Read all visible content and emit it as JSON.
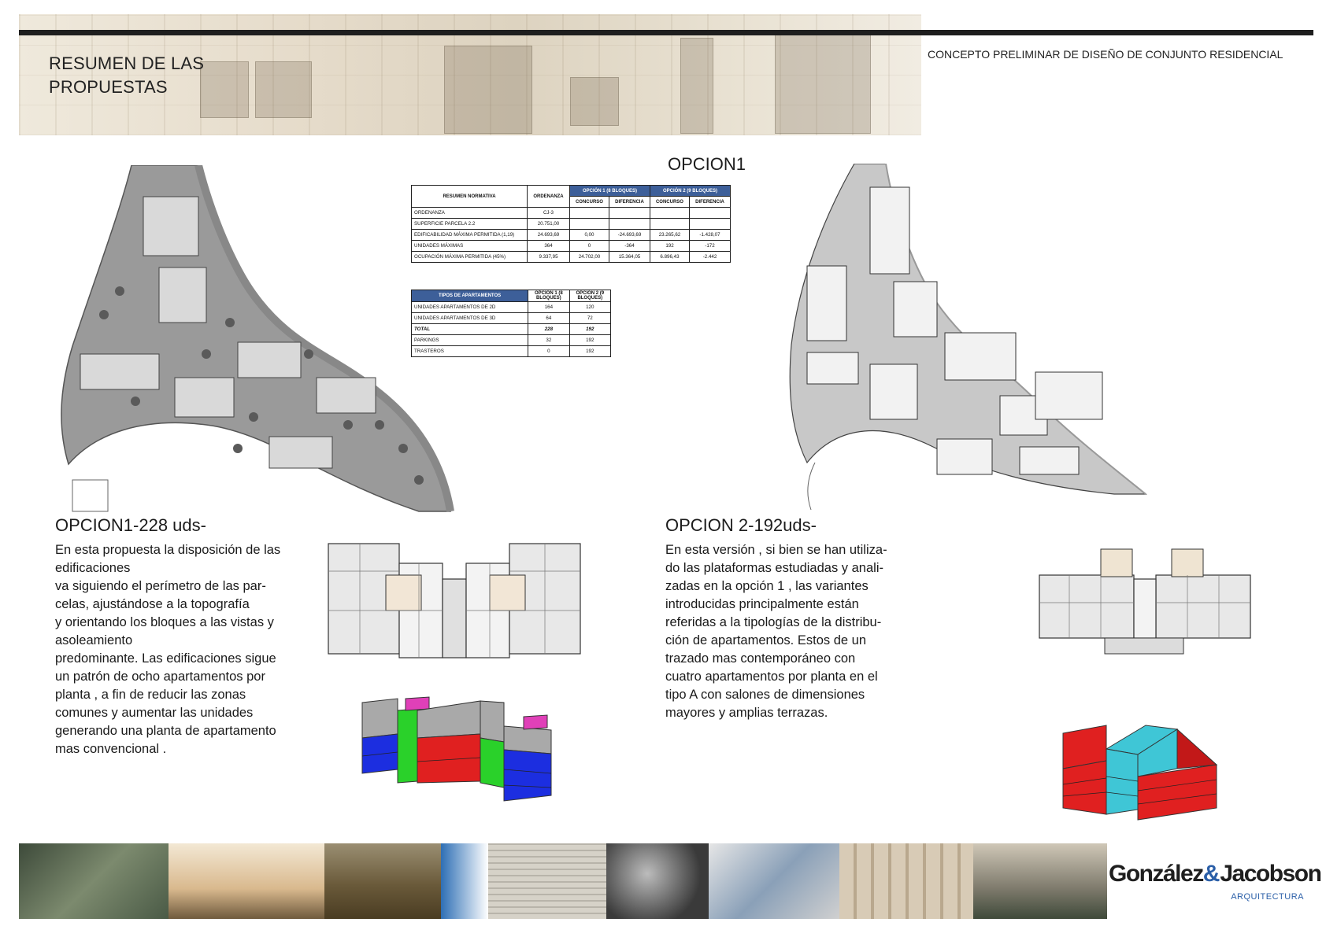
{
  "header": {
    "section_title_line1": "RESUMEN DE LAS",
    "section_title_line2": "PROPUESTAS",
    "project_title": "CONCEPTO PRELIMINAR DE DISEÑO DE CONJUNTO RESIDENCIAL"
  },
  "center_heading": "OPCION1",
  "table_norm": {
    "headers": {
      "col1": "RESUMEN NORMATIVA",
      "col2": "ORDENANZA",
      "op1": "OPCIÓN 1 (8 BLOQUES)",
      "op2": "OPCIÓN 2 (9 BLOQUES)",
      "sub": [
        "CONCURSO",
        "DIFERENCIA",
        "CONCURSO",
        "DIFERENCIA"
      ]
    },
    "rows": [
      [
        "ORDENANZA",
        "CJ-3",
        "",
        "",
        "",
        ""
      ],
      [
        "SUPERFICIE PARCELA 2.2",
        "20.751,00",
        "",
        "",
        "",
        ""
      ],
      [
        "EDIFICABILIDAD MÁXIMA PERMITIDA (1,19)",
        "24.693,69",
        "0,00",
        "-24.693,69",
        "23.265,62",
        "-1.428,07"
      ],
      [
        "UNIDADES MÁXIMAS",
        "364",
        "0",
        "-364",
        "192",
        "-172"
      ],
      [
        "OCUPACIÓN MÁXIMA PERMITIDA (45%)",
        "9.337,95",
        "24.702,00",
        "15.364,05",
        "6.896,43",
        "-2.442"
      ]
    ]
  },
  "table_apts": {
    "headers": [
      "TIPOS DE APARTAMENTOS",
      "OPCIÓN 1 (8 BLOQUES)",
      "OPCIÓN 2 (9 BLOQUES)"
    ],
    "rows": [
      [
        "UNIDADES APARTAMENTOS DE 2D",
        "164",
        "120"
      ],
      [
        "UNIDADES APARTAMENTOS DE 3D",
        "64",
        "72"
      ],
      [
        "TOTAL",
        "228",
        "192"
      ],
      [
        "PARKINGS",
        "32",
        "192"
      ],
      [
        "TRASTEROS",
        "0",
        "192"
      ]
    ]
  },
  "option1": {
    "heading": "OPCION1-228 uds-",
    "lines": [
      "En esta propuesta la disposición de las",
      "edificaciones",
      "va siguiendo el perímetro de las par-",
      "celas, ajustándose a la topografía",
      "y orientando los bloques a las vistas y",
      "asoleamiento",
      "predominante. Las edificaciones sigue",
      "un patrón de ocho apartamentos por",
      "planta , a fin de reducir las zonas",
      "comunes y aumentar las unidades",
      "generando una planta de apartamento",
      "mas convencional ."
    ]
  },
  "option2": {
    "heading": "OPCION 2-192uds-",
    "lines": [
      "En esta versión , si bien se han utiliza-",
      "do las plataformas estudiadas y anali-",
      "zadas en la opción 1 , las variantes",
      "introducidas principalmente están",
      "referidas a la tipologías de la distribu-",
      "ción de apartamentos. Estos de un",
      "trazado mas contemporáneo con",
      "cuatro apartamentos por planta en el",
      "tipo A con salones de dimensiones",
      "mayores y amplias terrazas."
    ]
  },
  "logo": {
    "name_left": "González",
    "name_right": "Jacobson",
    "sub": "ARQUITECTURA",
    "accent": "#2b5fa8"
  },
  "colors": {
    "blue_header": "#3d5f99",
    "massing_red": "#e02020",
    "massing_blue": "#1c2ee0",
    "massing_green": "#2ad12a",
    "massing_magenta": "#e040b8",
    "massing_cyan": "#3fc6d6",
    "massing_grey": "#a9a9a9"
  }
}
